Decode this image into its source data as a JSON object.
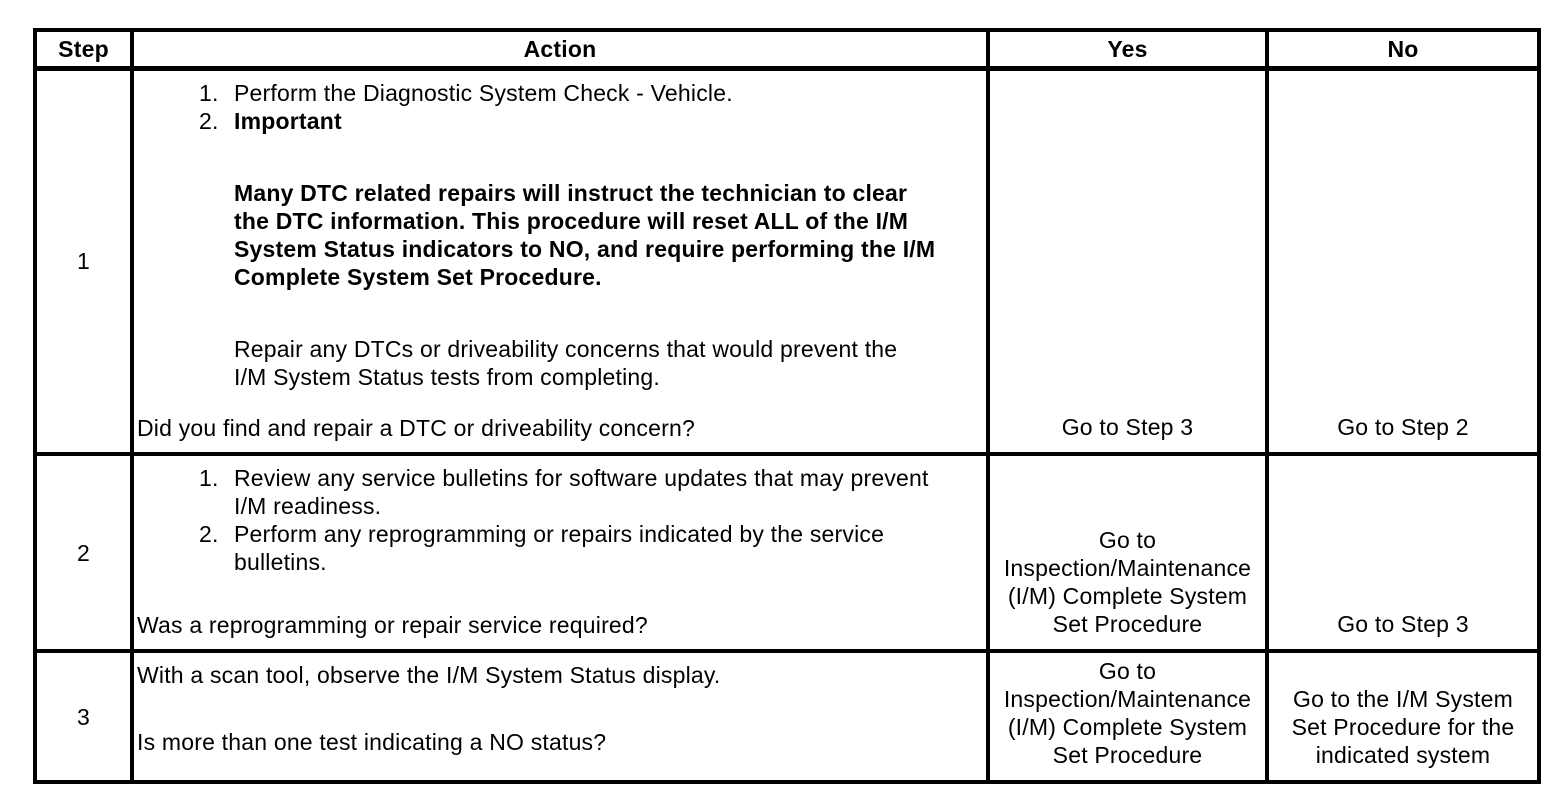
{
  "headers": {
    "step": "Step",
    "action": "Action",
    "yes": "Yes",
    "no": "No"
  },
  "rows": [
    {
      "step": "1",
      "items": [
        {
          "num": "1.",
          "text": "Perform the Diagnostic System Check - Vehicle."
        },
        {
          "num": "2.",
          "text": "Important"
        }
      ],
      "bold_paragraph": "Many DTC related repairs will instruct the technician to clear the DTC information. This procedure will reset ALL of the I/M System Status indicators to NO, and require performing the I/M Complete System Set Procedure.",
      "paragraph": "Repair any DTCs or driveability concerns that would prevent the I/M System Status tests from completing.",
      "question": "Did you find and repair a DTC or driveability concern?",
      "yes": "Go to Step 3",
      "no": "Go to Step 2"
    },
    {
      "step": "2",
      "items": [
        {
          "num": "1.",
          "text": "Review any service bulletins for software updates that may prevent I/M readiness."
        },
        {
          "num": "2.",
          "text": "Perform any reprogramming or repairs indicated by the service bulletins."
        }
      ],
      "question": "Was a reprogramming or repair service required?",
      "yes": "Go to Inspection/Maintenance (I/M) Complete System Set Procedure",
      "no": "Go to Step 3"
    },
    {
      "step": "3",
      "statement": "With a scan tool, observe the I/M System Status display.",
      "question": "Is more than one test indicating a NO status?",
      "yes": "Go to Inspection/Maintenance (I/M) Complete System Set Procedure",
      "no": "Go to the I/M System Set Procedure for the indicated system"
    }
  ]
}
